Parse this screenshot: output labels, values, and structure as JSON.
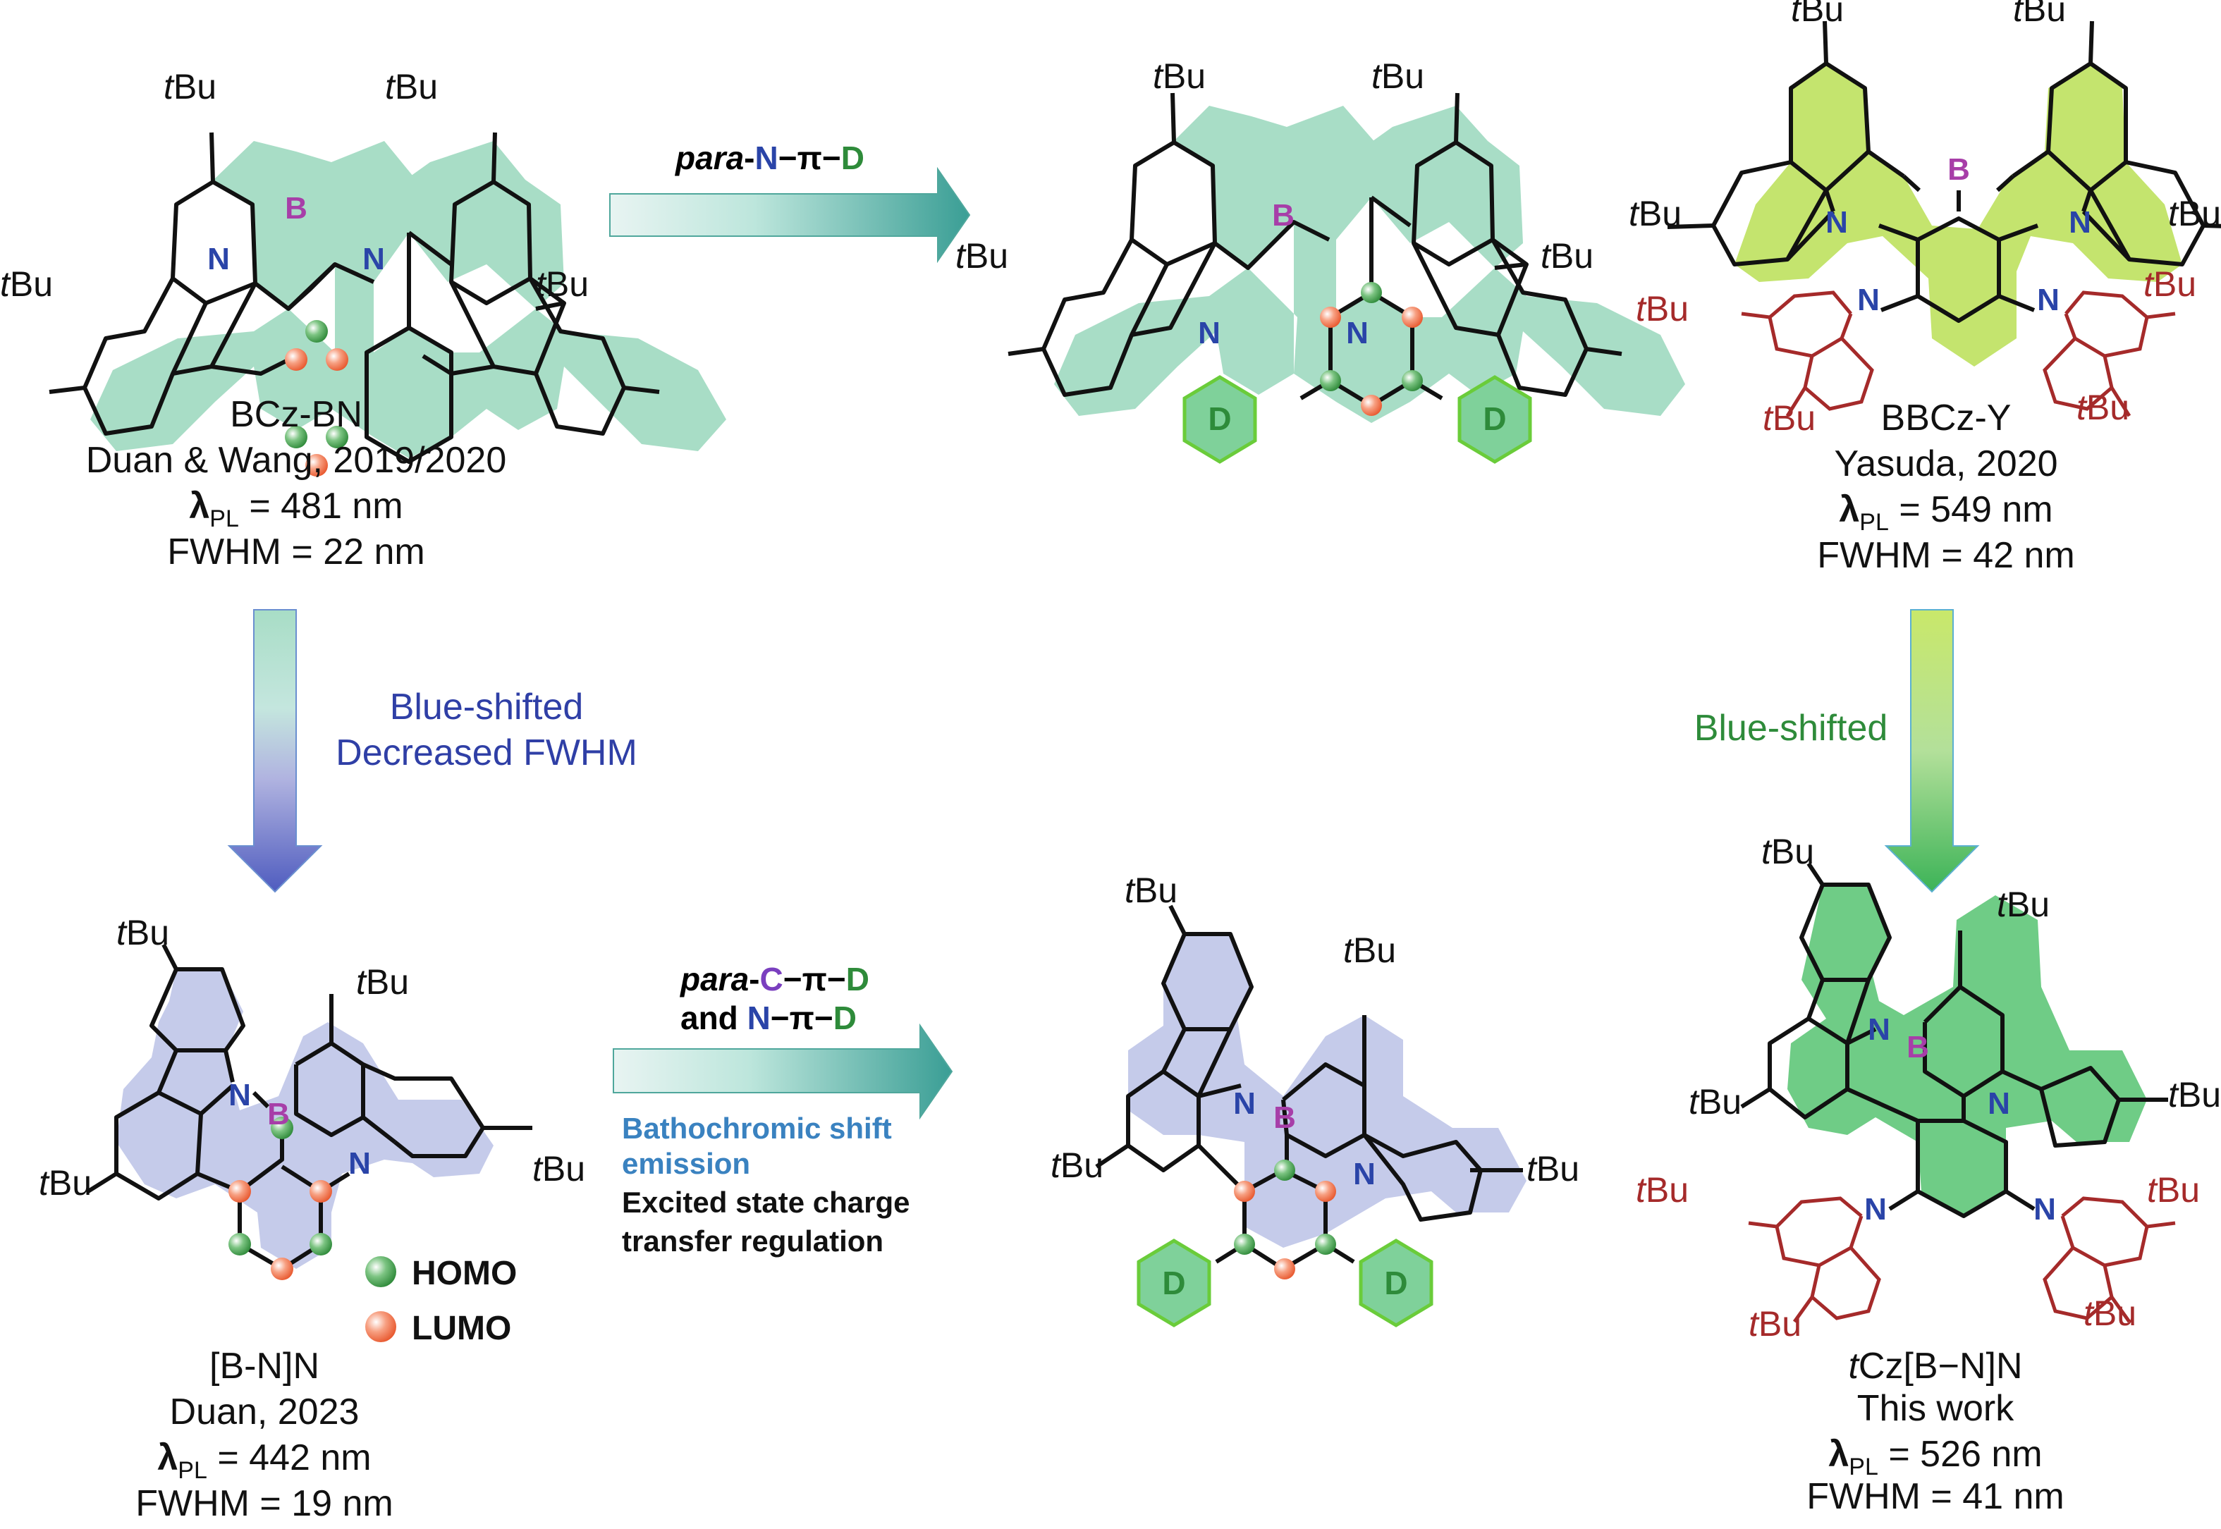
{
  "colors": {
    "teal_fill": "#a8ddc6",
    "lime_fill": "#c4e46e",
    "lavender_fill": "#c5cbea",
    "green_fill": "#6fcc86",
    "donor_red": "#a52a2a",
    "nitrogen_blue": "#2a44a8",
    "boron_purple": "#a73ea8",
    "homo_green": "#3a9a45",
    "lumo_orange": "#f0704a",
    "donor_hex_fill": "#7fd19a",
    "donor_hex_stroke": "#6acc3a"
  },
  "atoms": {
    "N": "N",
    "B": "B",
    "tBu": "tBu",
    "t": "t",
    "Bu": "Bu",
    "D": "D"
  },
  "molecules": {
    "bczbn": {
      "name": "BCz-BN",
      "ref": "Duan & Wang, 2019/2020",
      "lambda_prefix": "λ",
      "lambda_sub": "PL",
      "lambda_value": " = 481 nm",
      "fwhm": "FWHM = 22 nm"
    },
    "bbczy": {
      "name": "BBCz-Y",
      "ref": "Yasuda, 2020",
      "lambda_prefix": "λ",
      "lambda_sub": "PL",
      "lambda_value": " = 549 nm",
      "fwhm": "FWHM = 42 nm"
    },
    "bnn": {
      "name": "[B-N]N",
      "ref": "Duan, 2023",
      "lambda_prefix": "λ",
      "lambda_sub": "PL",
      "lambda_value": " = 442 nm",
      "fwhm": "FWHM = 19 nm"
    },
    "tczbnn": {
      "name_italic": "t",
      "name_rest": "Cz[B−N]N",
      "ref": "This work",
      "lambda_prefix": "λ",
      "lambda_sub": "PL",
      "lambda_value": " = 526 nm",
      "fwhm": "FWHM = 41 nm"
    }
  },
  "arrows": {
    "top": {
      "para": "para",
      "dash": "-",
      "N": "N",
      "pi": "−π−",
      "D": "D"
    },
    "bottom": {
      "para": "para",
      "dash": "-",
      "C": "C",
      "pi": "−π−",
      "D": "D",
      "and": "and ",
      "N": "N",
      "pi2": "−π−",
      "D2": "D",
      "note_blue_1": "Bathochromic shift",
      "note_blue_2": "emission",
      "note_black_1": "Excited state charge",
      "note_black_2": "transfer regulation"
    },
    "left": {
      "line1": "Blue-shifted",
      "line2": "Decreased FWHM"
    },
    "right": {
      "line1": "Blue-shifted"
    }
  },
  "legend": {
    "homo": "HOMO",
    "lumo": "LUMO"
  }
}
